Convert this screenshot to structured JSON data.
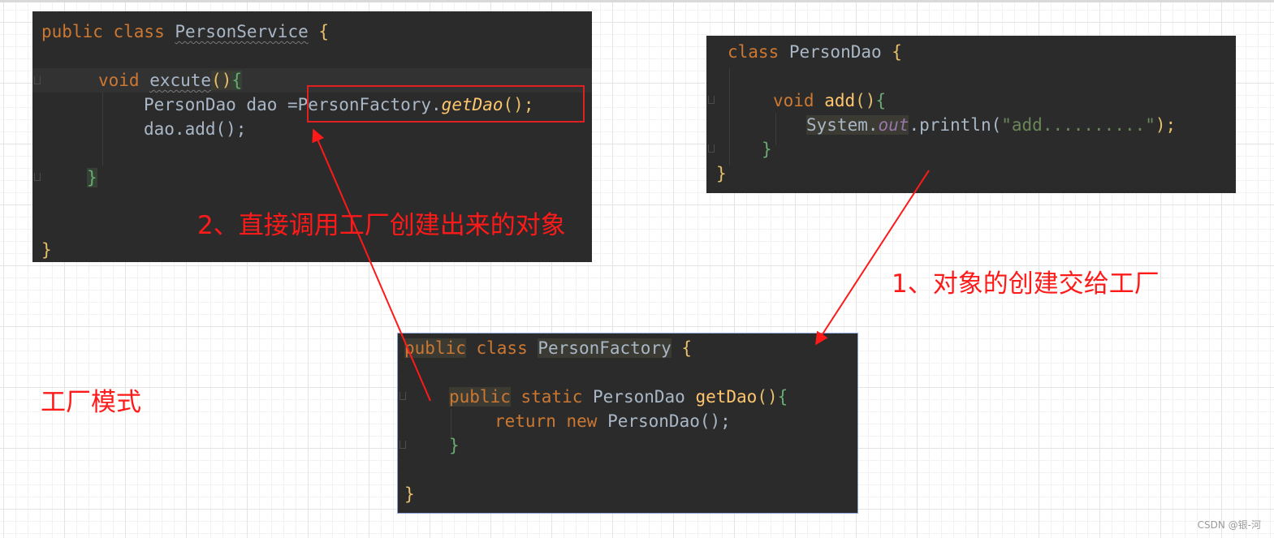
{
  "person_service": {
    "l1": {
      "kw": "public class ",
      "name": "PersonService",
      "brace": " {"
    },
    "l2": {
      "kw": "void ",
      "name": "excute",
      "paren": "()",
      "brace": "{"
    },
    "l3": {
      "pre": "PersonDao dao =",
      "cls": "PersonFactory.",
      "method": "getDao",
      "post": "();"
    },
    "l4": "dao.add();",
    "l5": "}",
    "l6": "}"
  },
  "person_dao": {
    "l1": {
      "kw": "class ",
      "name": "PersonDao",
      "brace": " {"
    },
    "l2": {
      "kw": "void ",
      "name": "add",
      "paren": "()",
      "brace": "{"
    },
    "l3": {
      "sys": "System.",
      "out": "out",
      "mid": ".println(",
      "str": "\"add..........\"",
      "end": ");"
    },
    "l4": "}",
    "l5": "}"
  },
  "person_factory": {
    "l1": {
      "kw1": "public",
      "kw2": " class ",
      "name": "PersonFactory",
      "brace": " {"
    },
    "l2": {
      "kw1": "public",
      "kw2": " static ",
      "type": "PersonDao ",
      "method": "getDao",
      "paren": "()",
      "brace": "{"
    },
    "l3": {
      "kw": "return new ",
      "call": "PersonDao();"
    },
    "l4": "}",
    "l5": "}"
  },
  "annotations": {
    "step2": "2、直接调用工厂创建出来的对象",
    "step1": "1、对象的创建交给工厂",
    "title": "工厂模式"
  },
  "watermark": "CSDN @银-河",
  "colors": {
    "arrow": "#ff1a1a",
    "highlight_box": "#e02020"
  }
}
